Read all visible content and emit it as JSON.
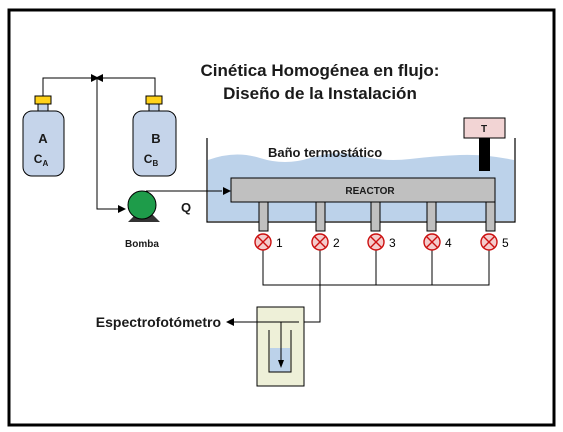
{
  "title": {
    "line1": "Cinética Homogénea en flujo:",
    "line2": "Diseño de la Instalación"
  },
  "bottles": [
    {
      "letter": "A",
      "conc": "C",
      "sub": "A",
      "color": "#1515c8"
    },
    {
      "letter": "B",
      "conc": "C",
      "sub": "B",
      "color": "#e01010"
    }
  ],
  "labels": {
    "bath": "Baño termostático",
    "thermometer": "T",
    "reactor": "REACTOR",
    "flow": "Q",
    "pump": "Bomba",
    "spectro": "Espectrofotómetro"
  },
  "valves": [
    "1",
    "2",
    "3",
    "4",
    "5"
  ],
  "colors": {
    "bottle_fill": "#c5d4ea",
    "bottle_cap": "#ffd21a",
    "bath_water": "#bcd2ea",
    "reactor_fill": "#c0c0c0",
    "pump_fill": "#1e9c4a",
    "valve_stroke": "#cc1010",
    "valve_fill": "#f4cccc",
    "cuvette_box": "#eef0d8"
  }
}
